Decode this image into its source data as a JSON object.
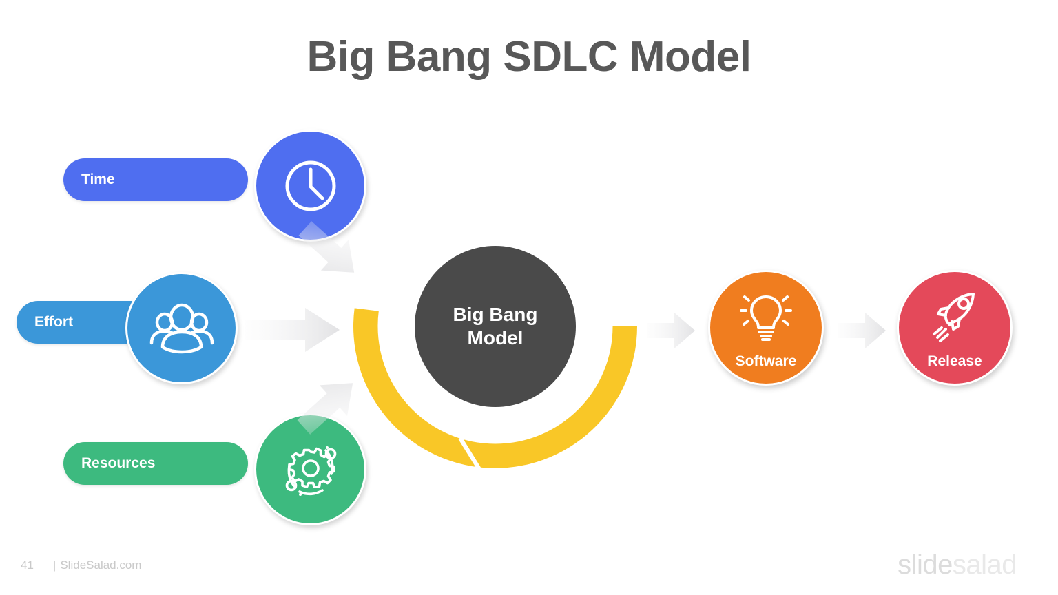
{
  "slide": {
    "title": "Big Bang SDLC Model",
    "background_color": "#ffffff",
    "title_color": "#585858"
  },
  "inputs": [
    {
      "label": "Time",
      "icon": "clock-icon",
      "color": "#4f6ef0"
    },
    {
      "label": "Effort",
      "icon": "people-group-icon",
      "color": "#3b97d9"
    },
    {
      "label": "Resources",
      "icon": "gear-orbit-icon",
      "color": "#3dba7f"
    }
  ],
  "center": {
    "label": "Big Bang\nModel",
    "ring_color": "#f9c727",
    "core_color": "#4a4a4a",
    "label_color": "#ffffff"
  },
  "outputs": [
    {
      "label": "Software",
      "icon": "lightbulb-icon",
      "color": "#f07d1f"
    },
    {
      "label": "Release",
      "icon": "rocket-icon",
      "color": "#e4495a"
    }
  ],
  "arrows": {
    "color": "#e6e6e8",
    "feeder_count": 3,
    "output_count": 2
  },
  "footer": {
    "page_number": "41",
    "separator": "|",
    "site": "SlideSalad.com",
    "brand_first": "slide",
    "brand_second": "salad",
    "text_color": "#c9c9c9"
  }
}
